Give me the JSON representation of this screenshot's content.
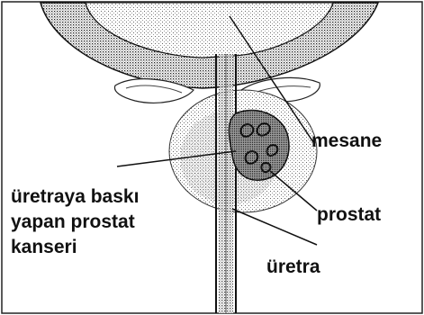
{
  "labels": {
    "mesane": "mesane",
    "prostat": "prostat",
    "uretra": "üretra",
    "cancer_line1": "üretraya baskı",
    "cancer_line2": "yapan prostat",
    "cancer_line3": "kanseri"
  },
  "colors": {
    "background": "#ffffff",
    "ink": "#111111",
    "frame": "#222222"
  }
}
